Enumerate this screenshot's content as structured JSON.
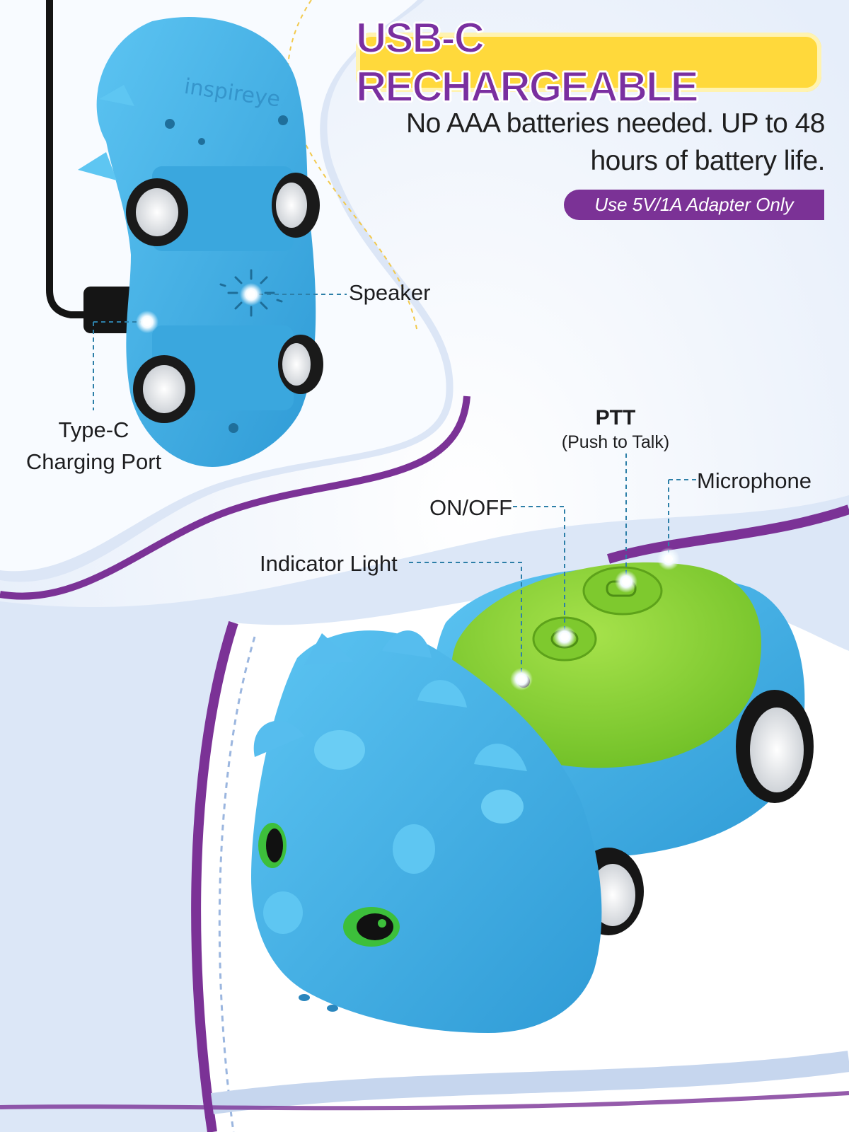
{
  "headline": "USB-C RECHARGEABLE",
  "subtitle_lines": [
    "No AAA batteries needed. UP to 48",
    "hours of battery life."
  ],
  "adapter_note": "Use 5V/1A Adapter Only",
  "brand_mark": "inspireye",
  "labels": {
    "speaker": "Speaker",
    "type_c_line1": "Type-C",
    "type_c_line2": "Charging Port",
    "ptt_title": "PTT",
    "ptt_sub": "(Push to Talk)",
    "microphone": "Microphone",
    "on_off": "ON/OFF",
    "indicator_light": "Indicator Light"
  },
  "colors": {
    "toy_blue": "#4fb6ea",
    "toy_blue_dark": "#2f94cf",
    "shell_green": "#8ed43a",
    "accent_purple": "#7b3296",
    "headline_yellow": "#ffd93b",
    "callout_line": "#2d7fa8"
  }
}
